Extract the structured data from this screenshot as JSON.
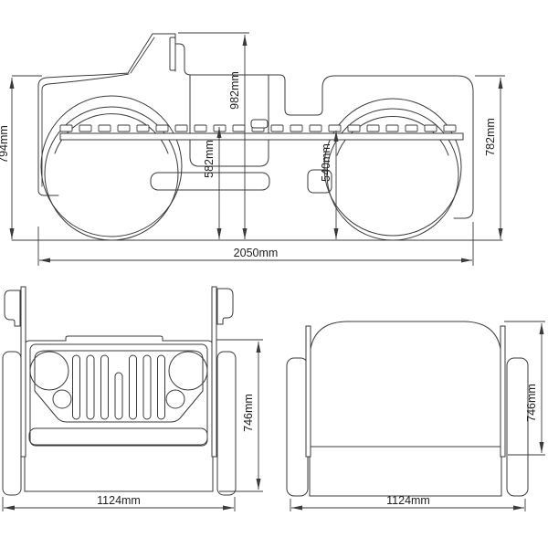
{
  "views": {
    "side": {
      "labels": {
        "length": "2050mm",
        "front_height": "794mm",
        "overall_height": "982mm",
        "deck_height": "582mm",
        "rear_deck_height": "540mm",
        "rear_height": "782mm"
      }
    },
    "front": {
      "labels": {
        "width": "1124mm",
        "height": "746mm"
      }
    },
    "rear": {
      "labels": {
        "width": "1124mm",
        "height": "746mm"
      }
    }
  },
  "colors": {
    "line": "#3a3a3a",
    "background": "#ffffff"
  }
}
